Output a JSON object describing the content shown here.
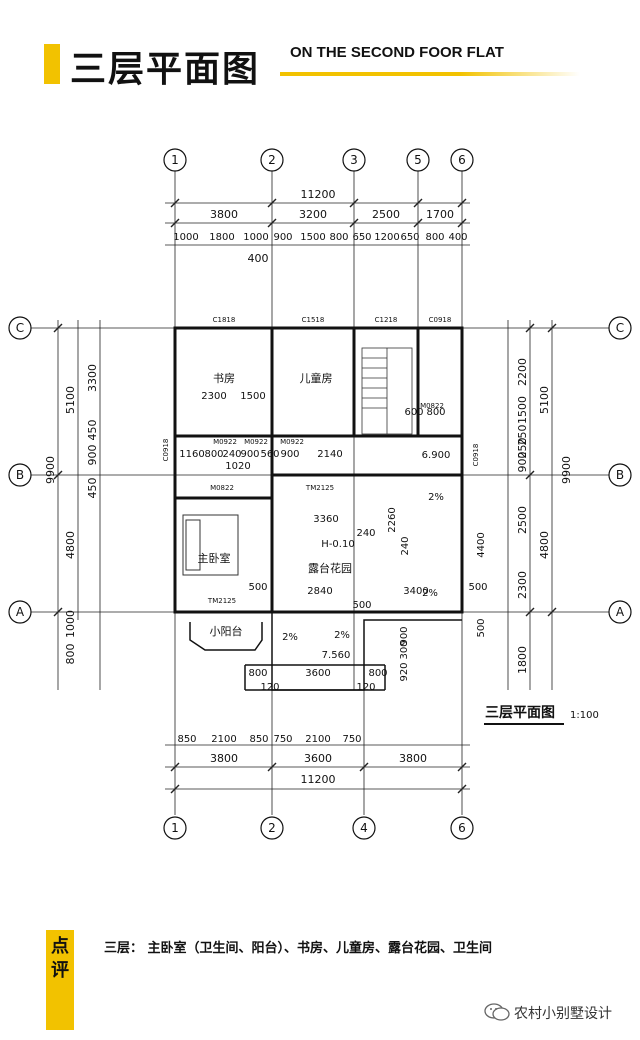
{
  "header": {
    "title": "三层平面图",
    "subtitle": "ON THE SECOND FOOR FLAT"
  },
  "plan": {
    "axes_v_top": [
      "1",
      "2",
      "3",
      "5",
      "6"
    ],
    "axes_v_bottom": [
      "1",
      "2",
      "4",
      "6"
    ],
    "axes_h": [
      "C",
      "B",
      "A"
    ],
    "dims_top_total": "11200",
    "dims_top_1": [
      "3800",
      "3200",
      "2500",
      "1700"
    ],
    "dims_top_2": [
      "1000",
      "1800",
      "1000",
      "900",
      "1500",
      "800",
      "650",
      "1200",
      "650",
      "800",
      "400"
    ],
    "dim_400": "400",
    "dims_bottom_total": "11200",
    "dims_bottom_1": [
      "3800",
      "3600",
      "3800"
    ],
    "dims_bottom_2": [
      "850",
      "2100",
      "850",
      "750",
      "2100",
      "750"
    ],
    "dims_left_total": "9900",
    "dims_left_1": [
      "5100",
      "4800"
    ],
    "dims_left_2": [
      "3300",
      "450",
      "900",
      "450"
    ],
    "dims_left_low": [
      "1000",
      "800"
    ],
    "dims_right_total": "9900",
    "dims_right_1": [
      "5100",
      "4800"
    ],
    "dims_right_2": [
      "2200",
      "1500",
      "250",
      "250",
      "900",
      "2500",
      "2300",
      "1800"
    ],
    "rooms": {
      "study": "书房",
      "kids": "儿童房",
      "master": "主卧室",
      "terrace": "露台花园",
      "balcony": "小阳台"
    },
    "windows": [
      "C1818",
      "C1518",
      "C1218",
      "C0918"
    ],
    "doors": [
      "M0922",
      "M0922",
      "M0922",
      "M0822",
      "M0822",
      "TM2125",
      "TM2125",
      "C0918",
      "C0918"
    ],
    "interior": [
      "2300",
      "1500",
      "1160",
      "800",
      "240",
      "900",
      "560",
      "900",
      "2140",
      "1020",
      "600",
      "800",
      "3360",
      "240",
      "2260",
      "240",
      "4400",
      "500",
      "2840",
      "3400",
      "500",
      "500",
      "500",
      "3600",
      "800",
      "800",
      "120",
      "120",
      "900",
      "920",
      "300"
    ],
    "elev": [
      "H-0.10",
      "6.900",
      "7.560"
    ],
    "slope": "2%",
    "caption": "三层平面图",
    "scale": "1:100"
  },
  "comment": {
    "tag": "点评",
    "text": "三层：  主卧室（卫生间、阳台）、书房、儿童房、露台花园、卫生间"
  },
  "watermark": {
    "text": "农村小别墅设计"
  }
}
